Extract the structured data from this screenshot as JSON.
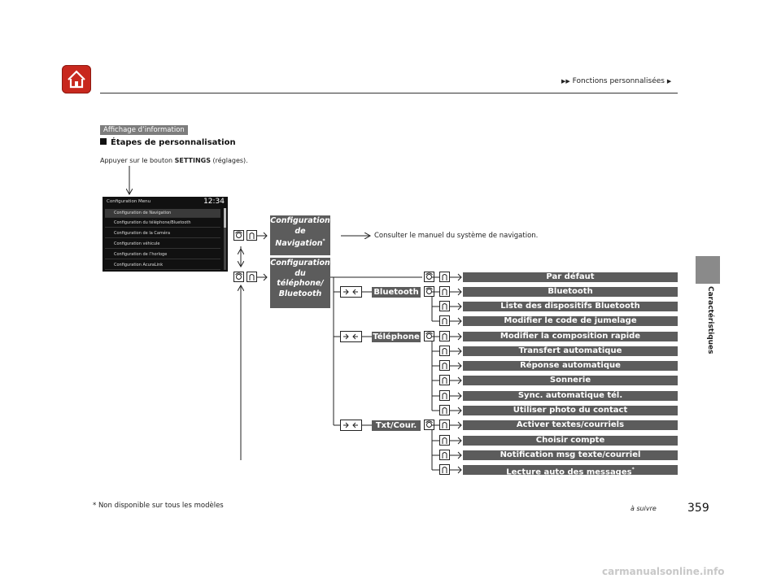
{
  "header": {
    "breadcrumb": "Fonctions personnalisées",
    "home_icon": "home-icon"
  },
  "side_tab": {
    "label": "Caractéristiques"
  },
  "section": {
    "tag": "Affichage d’information",
    "title": "Étapes de personnalisation",
    "instruction_prefix": "Appuyer sur le bouton ",
    "instruction_button": "SETTINGS",
    "instruction_suffix": " (réglages)."
  },
  "screen": {
    "title": "Configuration Menu",
    "clock": "12:34",
    "items": [
      "Configuration de Navigation",
      "Configuration du téléphone/Bluetooth",
      "Configuration de la Caméra",
      "Configuration véhicule",
      "Configuration de l’horloge",
      "Configuration AcuraLink"
    ]
  },
  "menus": {
    "navigation": {
      "l1": "Configuration",
      "l2": "de",
      "l3": "Navigation",
      "star": "*"
    },
    "phone": {
      "l1": "Configuration",
      "l2": "du",
      "l3": "téléphone/",
      "l4": "Bluetooth"
    }
  },
  "nav_note": "Consulter le manuel du système de navigation.",
  "submenus": {
    "bluetooth": "Bluetooth",
    "telephone": "Téléphone",
    "txt": "Txt/Cour."
  },
  "options": {
    "defaut": "Par défaut",
    "bluetooth": "Bluetooth",
    "liste": "Liste des dispositifs Bluetooth",
    "code": "Modifier le code de jumelage",
    "composition": "Modifier la composition rapide",
    "transfert": "Transfert automatique",
    "reponse": "Réponse automatique",
    "sonnerie": "Sonnerie",
    "sync": "Sync. automatique tél.",
    "photo": "Utiliser photo du contact",
    "activer": "Activer textes/courriels",
    "compte": "Choisir compte",
    "notif": "Notification msg texte/courriel",
    "lecture": "Lecture auto des messages",
    "lecture_star": "*"
  },
  "footer": {
    "footnote": "* Non disponible sur tous les modèles",
    "a_suivre": "à suivre",
    "page_number": "359"
  },
  "watermark": "carmanualsonline.info"
}
